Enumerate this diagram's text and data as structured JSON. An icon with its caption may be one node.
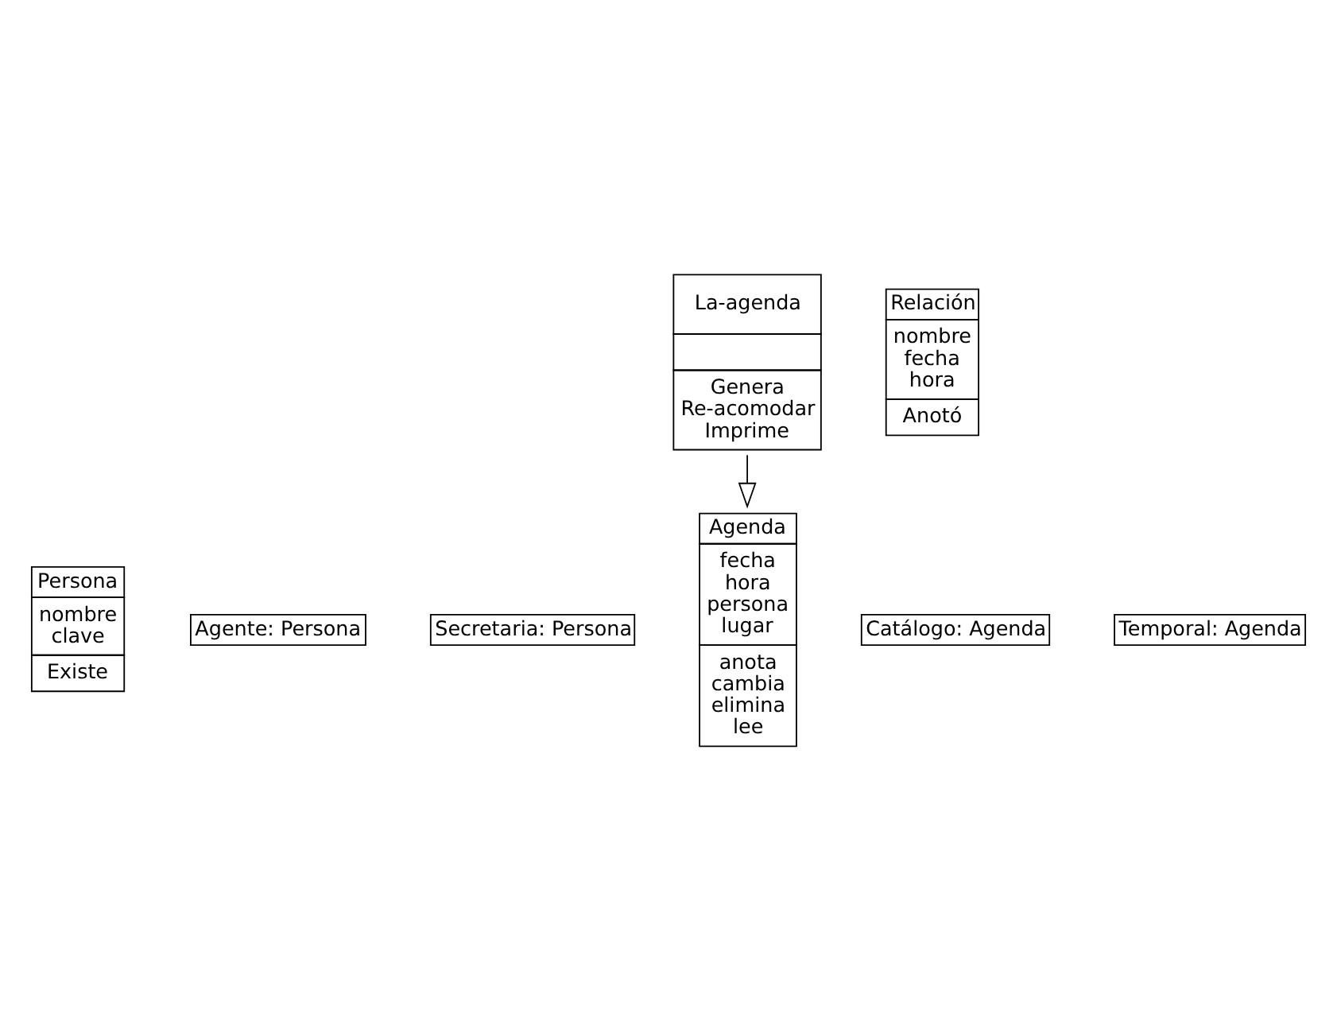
{
  "diagram": {
    "nodes": [
      {
        "text": [
          "Persona",
          "nombre clave",
          "Existe"
        ]
      },
      {
        "text": [
          "Agente: Persona"
        ]
      },
      {
        "text": [
          "Secretaria: Persona"
        ]
      },
      {
        "text": [
          "Agenda",
          "fecha hora persona lugar",
          "anota cambia elimina lee"
        ]
      },
      {
        "text": [
          "Catálogo: Agenda"
        ]
      },
      {
        "text": [
          "Temporal: Agenda"
        ]
      },
      {
        "text": [
          "Relación",
          "nombre fecha hora",
          "Anotó"
        ]
      },
      {
        "text": [
          "La-agenda",
          "Genera Re-acomodar Imprime"
        ]
      }
    ],
    "edges": [
      {
        "from": 7,
        "to": 3,
        "arrow": "to"
      }
    ]
  }
}
